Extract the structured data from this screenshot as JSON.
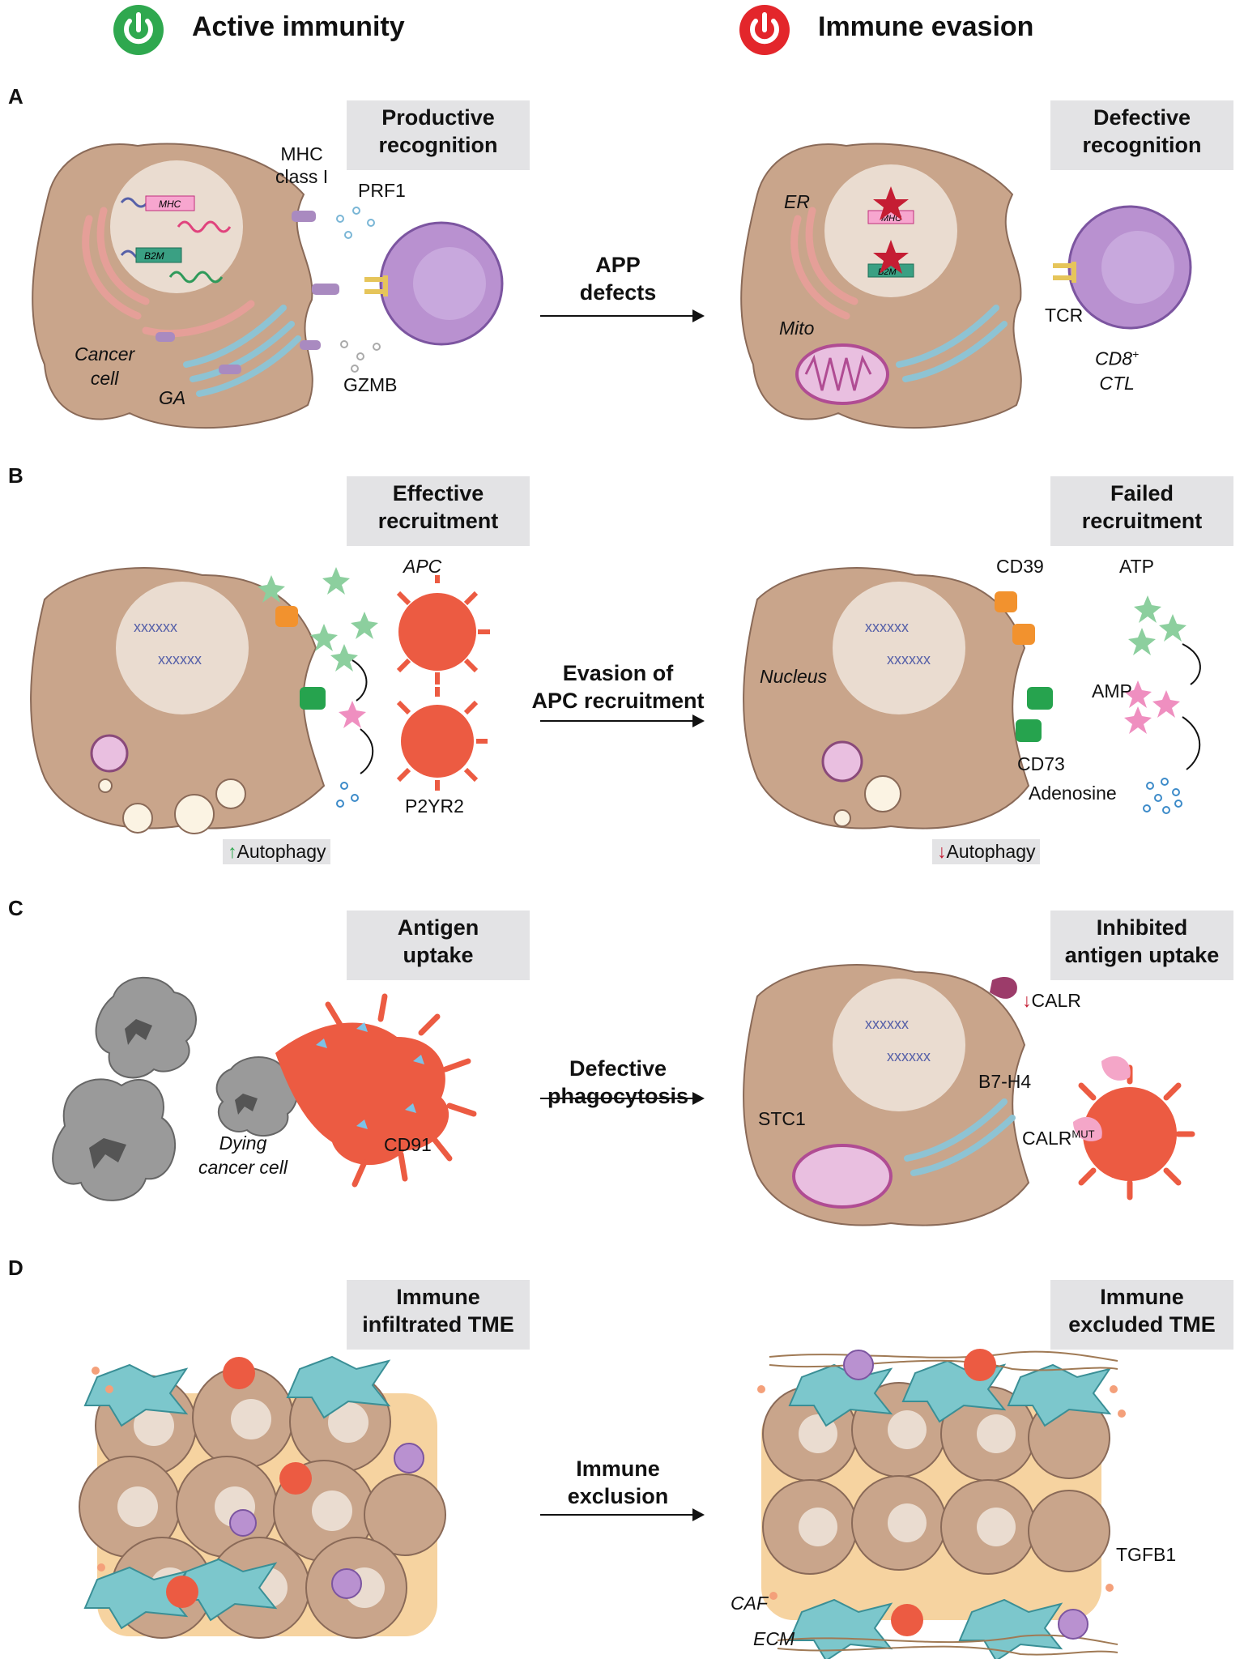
{
  "headers": {
    "left": "Active immunity",
    "right": "Immune evasion",
    "left_color": "#2fa84f",
    "right_color": "#e3262b"
  },
  "panels": {
    "A": {
      "letter": "A",
      "left_title_1": "Productive",
      "left_title_2": "recognition",
      "right_title_1": "Defective",
      "right_title_2": "recognition",
      "arrow_1": "APP",
      "arrow_2": "defects",
      "labels": {
        "mhc_class_1": "MHC",
        "mhc_class_2": "class I",
        "prf1": "PRF1",
        "gzmb": "GZMB",
        "cancer_1": "Cancer",
        "cancer_2": "cell",
        "ga": "GA",
        "er": "ER",
        "mito": "Mito",
        "tcr": "TCR",
        "cd8": "CD8",
        "cd8_sup": "+",
        "ctl": "CTL",
        "gene_mhc": "MHC",
        "gene_b2m": "B2M"
      }
    },
    "B": {
      "letter": "B",
      "left_title_1": "Effective",
      "left_title_2": "recruitment",
      "right_title_1": "Failed",
      "right_title_2": "recruitment",
      "arrow_1": "Evasion of",
      "arrow_2": "APC recruitment",
      "labels": {
        "apc": "APC",
        "p2yr2": "P2YR2",
        "autophagy_up": "Autophagy",
        "autophagy_down": "Autophagy",
        "cd39": "CD39",
        "atp": "ATP",
        "amp": "AMP",
        "nucleus": "Nucleus",
        "cd73": "CD73",
        "adenosine": "Adenosine"
      }
    },
    "C": {
      "letter": "C",
      "left_title_1": "Antigen",
      "left_title_2": "uptake",
      "right_title_1": "Inhibited",
      "right_title_2": "antigen uptake",
      "arrow_1": "Defective",
      "arrow_2": "phagocytosis",
      "labels": {
        "dying_1": "Dying",
        "dying_2": "cancer cell",
        "cd91": "CD91",
        "calr": "CALR",
        "b7h4": "B7-H4",
        "stc1": "STC1",
        "calr_mut": "CALR",
        "calr_mut_sup": "MUT"
      }
    },
    "D": {
      "letter": "D",
      "left_title_1": "Immune",
      "left_title_2": "infiltrated TME",
      "right_title_1": "Immune",
      "right_title_2": "excluded TME",
      "arrow_1": "Immune",
      "arrow_2": "exclusion",
      "labels": {
        "tgfb1": "TGFB1",
        "caf": "CAF",
        "ecm": "ECM"
      }
    }
  },
  "colors": {
    "cell": "#c9a58b",
    "nucleus": "#eadcd0",
    "cd8": "#b991d0",
    "dc": "#ec5b42",
    "er": "#f4b6b0",
    "golgi": "#a9d3df",
    "mito": "#c96fa8",
    "caf": "#7cc7cc",
    "ecm": "#a07a55",
    "gray_box": "#e3e3e5"
  }
}
